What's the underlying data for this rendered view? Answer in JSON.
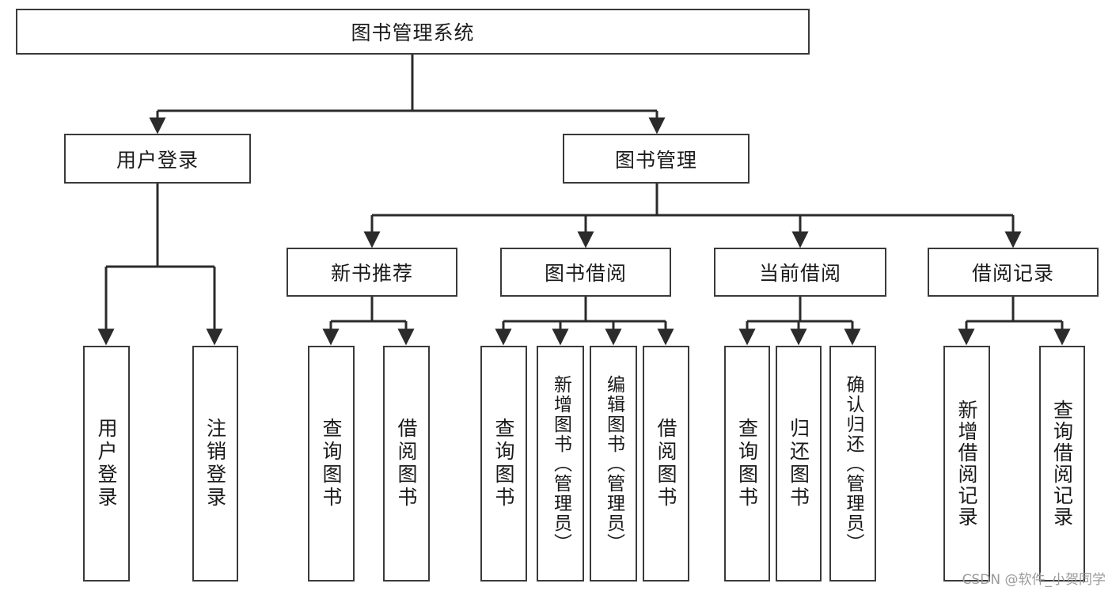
{
  "diagram": {
    "type": "tree-hierarchy-chart",
    "title": "图书管理系统",
    "watermark": "CSDN @软件_小贺同学",
    "colors": {
      "box_border": "#3a3a3a",
      "box_fill": "#ffffff",
      "edge": "#2b2b2b",
      "text": "#1a1a1a",
      "watermark": "#9a9a9a",
      "background": "#ffffff"
    },
    "root": {
      "label": "图书管理系统"
    },
    "level2": [
      {
        "label": "用户登录"
      },
      {
        "label": "图书管理"
      }
    ],
    "level3": [
      {
        "label": "新书推荐"
      },
      {
        "label": "图书借阅"
      },
      {
        "label": "当前借阅"
      },
      {
        "label": "借阅记录"
      }
    ],
    "leaves": {
      "user_login": [
        {
          "label": "用户登录"
        },
        {
          "label": "注销登录"
        }
      ],
      "new_book_recommend": [
        {
          "label": "查询图书"
        },
        {
          "label": "借阅图书"
        }
      ],
      "book_borrow": [
        {
          "label": "查询图书"
        },
        {
          "label": "新增图书（管理员）"
        },
        {
          "label": "编辑图书（管理员）"
        },
        {
          "label": "借阅图书"
        }
      ],
      "current_borrow": [
        {
          "label": "查询图书"
        },
        {
          "label": "归还图书"
        },
        {
          "label": "确认归还（管理员）"
        }
      ],
      "borrow_record": [
        {
          "label": "新增借阅记录"
        },
        {
          "label": "查询借阅记录"
        }
      ]
    }
  }
}
